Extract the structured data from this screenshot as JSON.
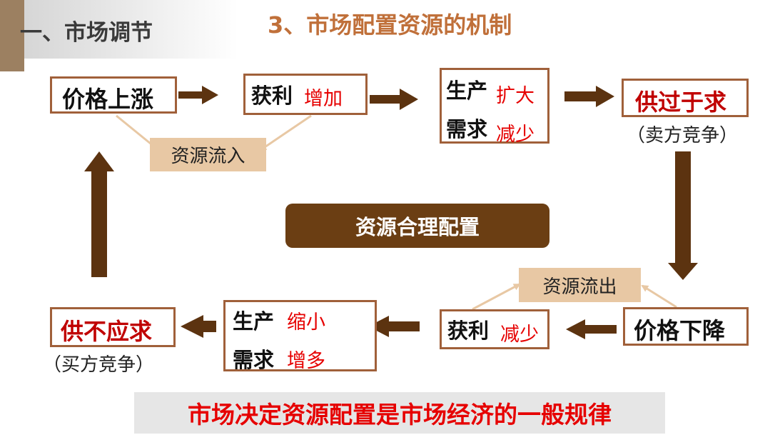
{
  "header": {
    "section_title": "一、市场调节",
    "main_title": "3、市场配置资源的机制"
  },
  "top_row": {
    "price_rise": "价格上涨",
    "profit_label": "获利",
    "profit_change": "增加",
    "production_label": "生产",
    "production_change": "扩大",
    "demand_label": "需求",
    "demand_change": "减少",
    "supply_exceeds": "供过于求",
    "seller_competition": "（卖方竞争）"
  },
  "resource_inflow": "资源流入",
  "core_label": "资源合理配置",
  "resource_outflow": "资源流出",
  "bottom_row": {
    "price_fall": "价格下降",
    "profit_label": "获利",
    "profit_change": "减少",
    "production_label": "生产",
    "production_change": "缩小",
    "demand_label": "需求",
    "demand_change": "增多",
    "supply_short": "供不应求",
    "buyer_competition": "（买方竞争）"
  },
  "footer_text": "市场决定资源配置是市场经济的一般规律",
  "colors": {
    "arrow": "#5c3310",
    "box_border": "#a0603a",
    "accent_red": "#e60000",
    "core_bg": "#6b3e13",
    "tag_bg": "#e8c8a4"
  }
}
